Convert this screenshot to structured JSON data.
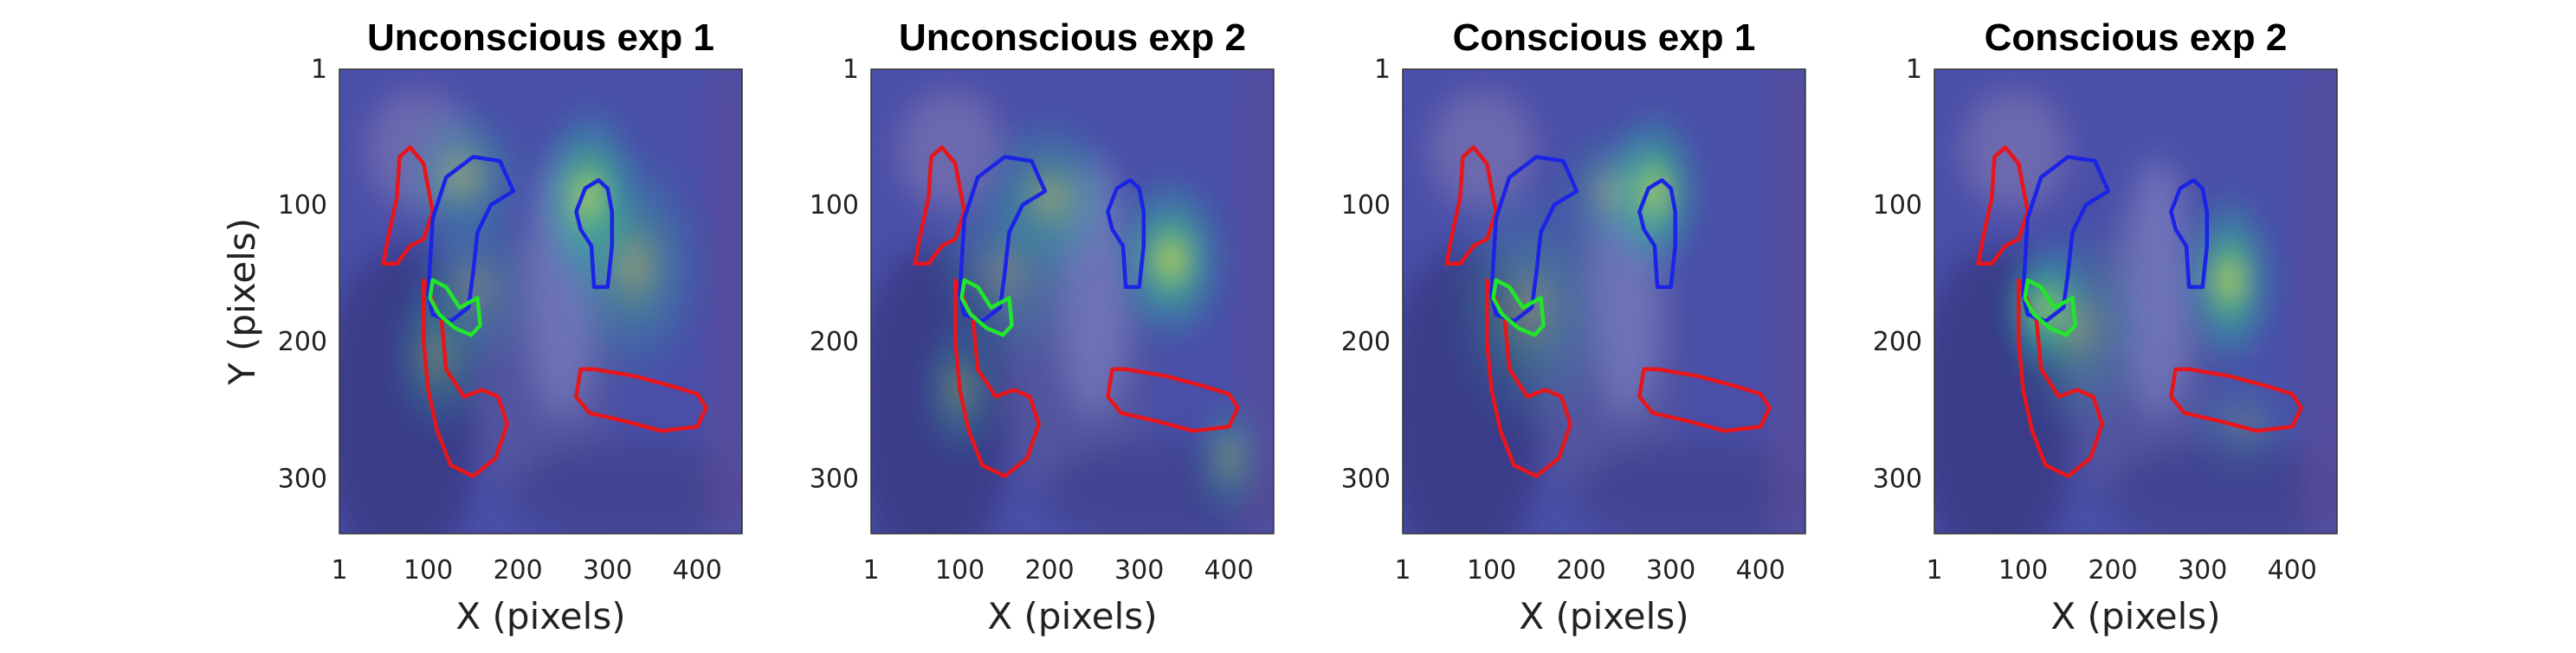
{
  "chart_data": {
    "type": "heatmap",
    "image_description_colors": {
      "background_tint": "#4a4fa8",
      "heat_low": "#2fa0a8",
      "heat_mid": "#4cc27a",
      "heat_high": "#f2e23a",
      "roi_red": "#e8151b",
      "roi_blue": "#1b24e6",
      "roi_green": "#22e62a"
    },
    "xlabel": "X (pixels)",
    "ylabel": "Y (pixels)",
    "xlim": [
      1,
      450
    ],
    "ylim": [
      1,
      340
    ],
    "xticks": [
      {
        "value": 1,
        "label": "1"
      },
      {
        "value": 100,
        "label": "100"
      },
      {
        "value": 200,
        "label": "200"
      },
      {
        "value": 300,
        "label": "300"
      },
      {
        "value": 400,
        "label": "400"
      }
    ],
    "yticks": [
      {
        "value": 1,
        "label": "1"
      },
      {
        "value": 100,
        "label": "100"
      },
      {
        "value": 200,
        "label": "200"
      },
      {
        "value": 300,
        "label": "300"
      }
    ],
    "rois": {
      "red": [
        [
          [
            55,
            125
          ],
          [
            65,
            95
          ],
          [
            68,
            65
          ],
          [
            80,
            58
          ],
          [
            95,
            70
          ],
          [
            105,
            105
          ],
          [
            95,
            125
          ],
          [
            80,
            130
          ],
          [
            65,
            143
          ],
          [
            50,
            143
          ]
        ],
        [
          [
            95,
            155
          ],
          [
            115,
            185
          ],
          [
            120,
            220
          ],
          [
            140,
            240
          ],
          [
            160,
            235
          ],
          [
            178,
            240
          ],
          [
            188,
            260
          ],
          [
            175,
            285
          ],
          [
            150,
            298
          ],
          [
            125,
            290
          ],
          [
            110,
            265
          ],
          [
            100,
            235
          ],
          [
            95,
            200
          ]
        ],
        [
          [
            270,
            220
          ],
          [
            285,
            220
          ],
          [
            330,
            225
          ],
          [
            370,
            232
          ],
          [
            400,
            238
          ],
          [
            410,
            248
          ],
          [
            400,
            262
          ],
          [
            360,
            265
          ],
          [
            320,
            258
          ],
          [
            280,
            252
          ],
          [
            265,
            240
          ]
        ]
      ],
      "blue": [
        [
          [
            100,
            165
          ],
          [
            105,
            110
          ],
          [
            120,
            80
          ],
          [
            150,
            65
          ],
          [
            180,
            68
          ],
          [
            195,
            90
          ],
          [
            170,
            100
          ],
          [
            155,
            120
          ],
          [
            150,
            150
          ],
          [
            145,
            175
          ],
          [
            125,
            185
          ],
          [
            105,
            180
          ]
        ],
        [
          [
            265,
            105
          ],
          [
            275,
            88
          ],
          [
            290,
            82
          ],
          [
            300,
            88
          ],
          [
            305,
            105
          ],
          [
            305,
            130
          ],
          [
            300,
            160
          ],
          [
            285,
            160
          ],
          [
            282,
            130
          ],
          [
            270,
            118
          ]
        ]
      ],
      "green": [
        [
          [
            105,
            155
          ],
          [
            120,
            160
          ],
          [
            135,
            175
          ],
          [
            155,
            168
          ],
          [
            158,
            188
          ],
          [
            148,
            195
          ],
          [
            130,
            190
          ],
          [
            112,
            180
          ],
          [
            102,
            168
          ]
        ]
      ]
    },
    "panels": [
      {
        "title": "Unconscious exp 1",
        "hotspots": [
          {
            "x": 280,
            "y": 95,
            "sx": 38,
            "sy": 45,
            "v": 1.0
          },
          {
            "x": 330,
            "y": 145,
            "sx": 50,
            "sy": 55,
            "v": 0.55
          },
          {
            "x": 140,
            "y": 80,
            "sx": 45,
            "sy": 35,
            "v": 0.55
          },
          {
            "x": 110,
            "y": 210,
            "sx": 35,
            "sy": 40,
            "v": 0.45
          },
          {
            "x": 150,
            "y": 160,
            "sx": 45,
            "sy": 40,
            "v": 0.35
          }
        ]
      },
      {
        "title": "Unconscious exp 2",
        "hotspots": [
          {
            "x": 335,
            "y": 140,
            "sx": 40,
            "sy": 40,
            "v": 1.0
          },
          {
            "x": 200,
            "y": 95,
            "sx": 50,
            "sy": 40,
            "v": 0.6
          },
          {
            "x": 100,
            "y": 235,
            "sx": 30,
            "sy": 35,
            "v": 0.45
          },
          {
            "x": 400,
            "y": 285,
            "sx": 25,
            "sy": 30,
            "v": 0.5
          },
          {
            "x": 150,
            "y": 150,
            "sx": 55,
            "sy": 45,
            "v": 0.35
          }
        ]
      },
      {
        "title": "Conscious exp 1",
        "hotspots": [
          {
            "x": 280,
            "y": 90,
            "sx": 35,
            "sy": 40,
            "v": 1.0
          },
          {
            "x": 140,
            "y": 175,
            "sx": 60,
            "sy": 60,
            "v": 0.4
          },
          {
            "x": 230,
            "y": 90,
            "sx": 40,
            "sy": 30,
            "v": 0.4
          }
        ]
      },
      {
        "title": "Conscious exp 2",
        "hotspots": [
          {
            "x": 330,
            "y": 155,
            "sx": 33,
            "sy": 42,
            "v": 1.0
          },
          {
            "x": 125,
            "y": 175,
            "sx": 30,
            "sy": 30,
            "v": 1.0
          },
          {
            "x": 160,
            "y": 190,
            "sx": 50,
            "sy": 50,
            "v": 0.4
          },
          {
            "x": 345,
            "y": 260,
            "sx": 40,
            "sy": 25,
            "v": 0.25
          }
        ]
      }
    ]
  }
}
